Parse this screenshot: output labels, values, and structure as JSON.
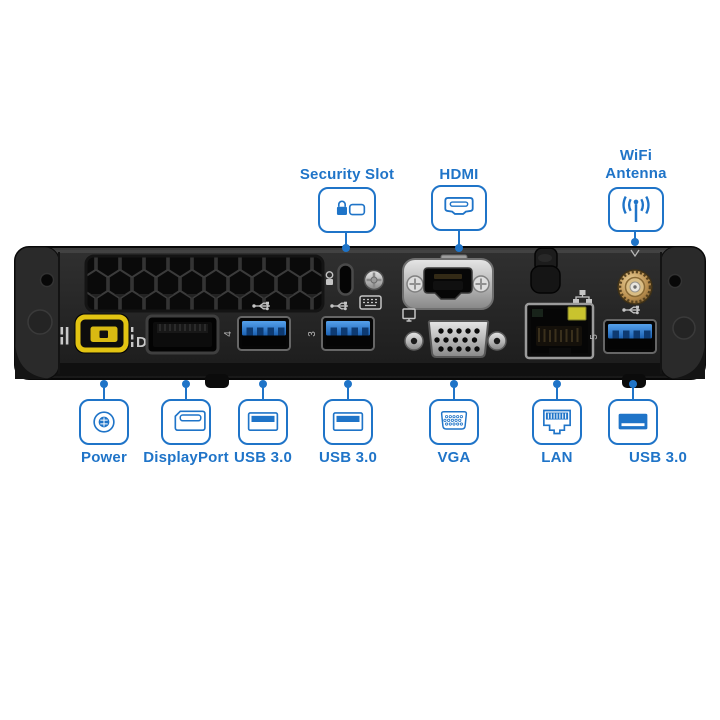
{
  "colors": {
    "accent": "#1f74c8",
    "usb_blue": "#2b7fd4",
    "power_yellow": "#e2c412",
    "led_yellow": "#c9c32e",
    "sma_gold": "#c9a05e",
    "chassis_black": "#1f1f1f"
  },
  "callouts_top": [
    {
      "label": "Security Slot",
      "icon": "security-slot-icon"
    },
    {
      "label": "HDMI",
      "icon": "hdmi-icon"
    },
    {
      "label_line1": "WiFi",
      "label_line2": "Antenna",
      "icon": "wifi-antenna-icon"
    }
  ],
  "callouts_bottom": [
    {
      "label": "Power",
      "icon": "power-icon"
    },
    {
      "label": "DisplayPort",
      "icon": "displayport-icon"
    },
    {
      "label": "USB 3.0",
      "icon": "usb-icon"
    },
    {
      "label": "USB 3.0",
      "icon": "usb-icon"
    },
    {
      "label": "VGA",
      "icon": "vga-icon"
    },
    {
      "label": "LAN",
      "icon": "lan-icon"
    },
    {
      "label": "USB 3.0",
      "icon": "usb-filled-icon"
    }
  ],
  "device": {
    "usb_port_numbers": [
      "4",
      "3",
      "5"
    ]
  }
}
